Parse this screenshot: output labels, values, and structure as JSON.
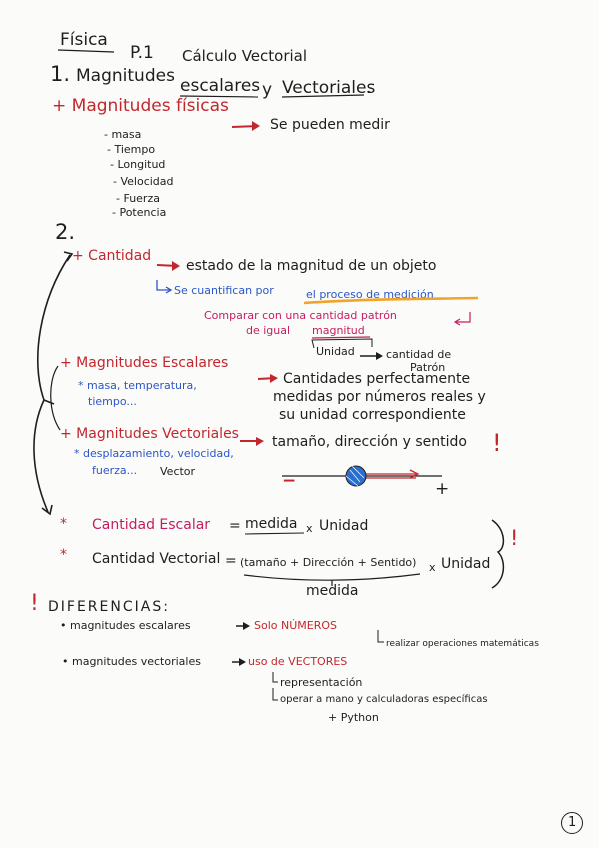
{
  "header": {
    "subject": "Física",
    "practice": "P.1",
    "topic": "Cálculo Vectorial"
  },
  "section1": {
    "number": "1.",
    "title_pre": "Magnitudes",
    "title_escalares": "escalares",
    "title_y": "y",
    "title_vectoriales": "Vectoriales",
    "title_end": ".",
    "fisicas_label": "+ Magnitudes físicas",
    "fisicas_def": "Se pueden medir",
    "examples": [
      "- masa",
      "- Tiempo",
      "- Longitud",
      "- Velocidad",
      "- Fuerza",
      "- Potencia"
    ]
  },
  "section2": {
    "number": "2.",
    "cantidad_label": "+ Cantidad",
    "cantidad_def": "estado de la magnitud de un objeto",
    "cuantifican_pre": "Se cuantifican por",
    "cuantifican_proceso": "el proceso de medición",
    "comparar_line1": "Comparar con una cantidad patrón",
    "comparar_line2_pre": "de igual",
    "comparar_line2_magnitud": "magnitud",
    "unidad": "Unidad",
    "unidad_def_line1": "cantidad de",
    "unidad_def_line2": "Patrón",
    "escalares_label": "+ Magnitudes Escalares",
    "escalares_def_line1": "Cantidades perfectamente",
    "escalares_def_line2": "medidas por números reales y",
    "escalares_def_line3": "su unidad correspondiente",
    "escalares_examples_line1": "* masa, temperatura,",
    "escalares_examples_line2": "tiempo...",
    "vectoriales_label": "+ Magnitudes Vectoriales",
    "vectoriales_def": "tamaño, dirección y sentido",
    "vectoriales_examples_line1": "* desplazamiento, velocidad,",
    "vectoriales_examples_line2": "fuerza...",
    "vector_word": "Vector",
    "minus_sign": "−",
    "plus_sign": "+"
  },
  "formulas": {
    "escalar_label": "Cantidad Escalar",
    "escalar_eq": "=",
    "escalar_medida": "medida",
    "escalar_times": "x",
    "escalar_unidad": "Unidad",
    "vectorial_label": "Cantidad Vectorial",
    "vectorial_eq": "=",
    "vectorial_paren": "(tamaño + Dirección + Sentido)",
    "vectorial_times": "x",
    "vectorial_unidad": "Unidad",
    "vectorial_medida": "medida",
    "bullet": "*",
    "exclaim": "!"
  },
  "diferencias": {
    "title": "DIFERENCIAS:",
    "escalares_label": "• magnitudes escalares",
    "escalares_value": "Solo NÚMEROS",
    "escalares_sub": "realizar operaciones matemáticas",
    "vectoriales_label": "• magnitudes vectoriales",
    "vectoriales_value": "uso de VECTORES",
    "vectoriales_sub1": "representación",
    "vectoriales_sub2": "operar a mano y calculadoras específicas",
    "vectoriales_sub3": "+ Python"
  },
  "page_number": "1",
  "colors": {
    "ink": "#1e1e1e",
    "red": "#c3272e",
    "blue": "#2c56c8",
    "magenta": "#c41d61",
    "orange_underline": "#f0a42a",
    "sphere": "#2a6fd0"
  }
}
